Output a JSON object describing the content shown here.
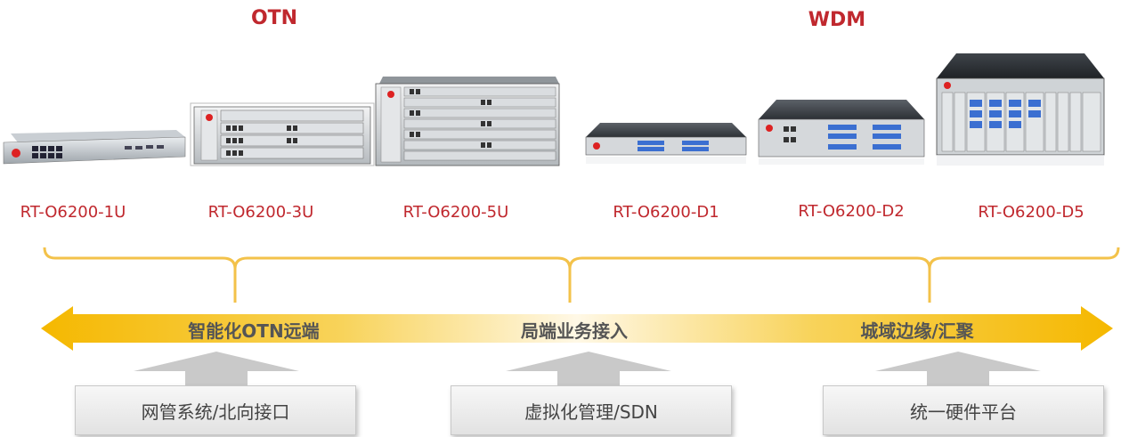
{
  "groups": {
    "otn": "OTN",
    "wdm": "WDM"
  },
  "models": [
    "RT-O6200-1U",
    "RT-O6200-3U",
    "RT-O6200-5U",
    "RT-O6200-D1",
    "RT-O6200-D2",
    "RT-O6200-D5"
  ],
  "band": {
    "left": "智能化OTN远端",
    "center": "局端业务接入",
    "right": "城域边缘/汇聚"
  },
  "boxes": [
    "网管系统/北向接口",
    "虚拟化管理/SDN",
    "统一硬件平台"
  ],
  "colors": {
    "accent_red": "#c0282e",
    "band_yellow": "#f5b800",
    "bracket_yellow": "#f3c24a"
  }
}
